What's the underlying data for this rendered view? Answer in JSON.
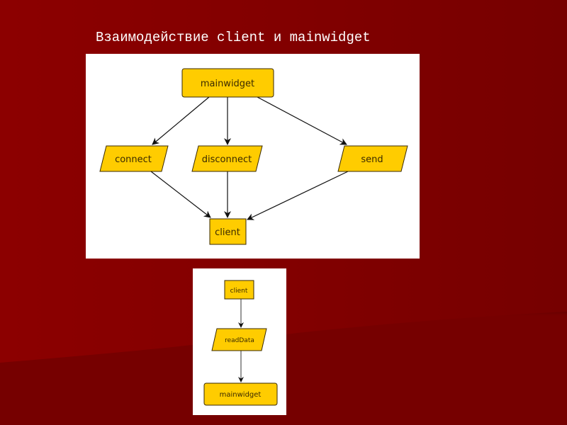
{
  "slide": {
    "title": "Взаимодействие client и mainwidget"
  },
  "colors": {
    "background": "#820000",
    "node_fill": "#ffcc00",
    "node_stroke": "#3a2a00",
    "edge": "#111111"
  },
  "diagram1": {
    "nodes": {
      "mainwidget": "mainwidget",
      "connect": "connect",
      "disconnect": "disconnect",
      "send": "send",
      "client": "client"
    },
    "edges": [
      {
        "from": "mainwidget",
        "to": "connect"
      },
      {
        "from": "mainwidget",
        "to": "disconnect"
      },
      {
        "from": "mainwidget",
        "to": "send"
      },
      {
        "from": "connect",
        "to": "client"
      },
      {
        "from": "disconnect",
        "to": "client"
      },
      {
        "from": "send",
        "to": "client"
      }
    ]
  },
  "diagram2": {
    "nodes": {
      "client": "client",
      "readData": "readData",
      "mainwidget": "mainwidget"
    },
    "edges": [
      {
        "from": "client",
        "to": "readData"
      },
      {
        "from": "readData",
        "to": "mainwidget"
      }
    ]
  }
}
